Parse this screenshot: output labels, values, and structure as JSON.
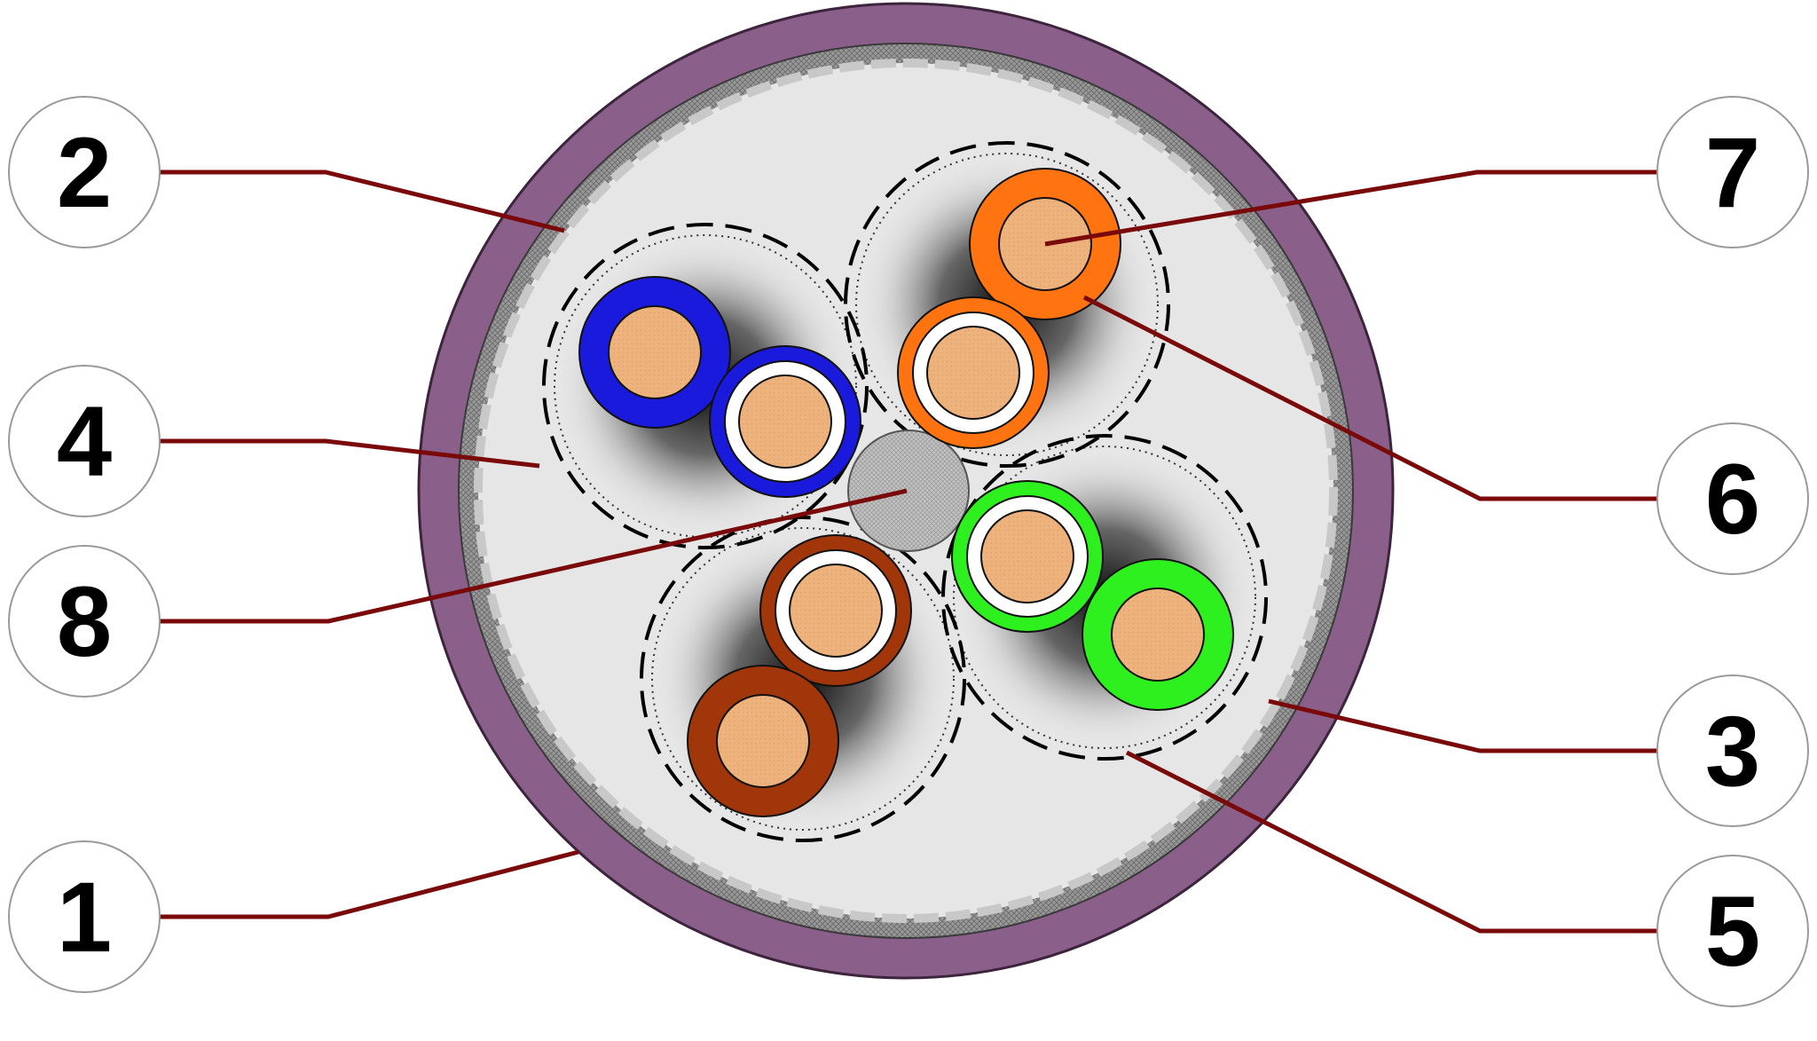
{
  "colors": {
    "outer_jacket": "#8a5f8a",
    "shield_braid": "#8c8c8c",
    "inner_fill": "#e6e6e6",
    "leader_line": "#7a0a0a",
    "copper": "#eeb27c",
    "blue": "#1a1adc",
    "orange": "#ff7410",
    "green": "#2ef01f",
    "brown": "#a0360a",
    "drain_wire": "#bdbdbd"
  },
  "callouts": [
    {
      "id": "1",
      "label": "1"
    },
    {
      "id": "2",
      "label": "2"
    },
    {
      "id": "3",
      "label": "3"
    },
    {
      "id": "4",
      "label": "4"
    },
    {
      "id": "5",
      "label": "5"
    },
    {
      "id": "6",
      "label": "6"
    },
    {
      "id": "7",
      "label": "7"
    },
    {
      "id": "8",
      "label": "8"
    }
  ],
  "pairs": [
    {
      "name": "blue-pair",
      "color": "blue"
    },
    {
      "name": "orange-pair",
      "color": "orange"
    },
    {
      "name": "green-pair",
      "color": "green"
    },
    {
      "name": "brown-pair",
      "color": "brown"
    }
  ]
}
